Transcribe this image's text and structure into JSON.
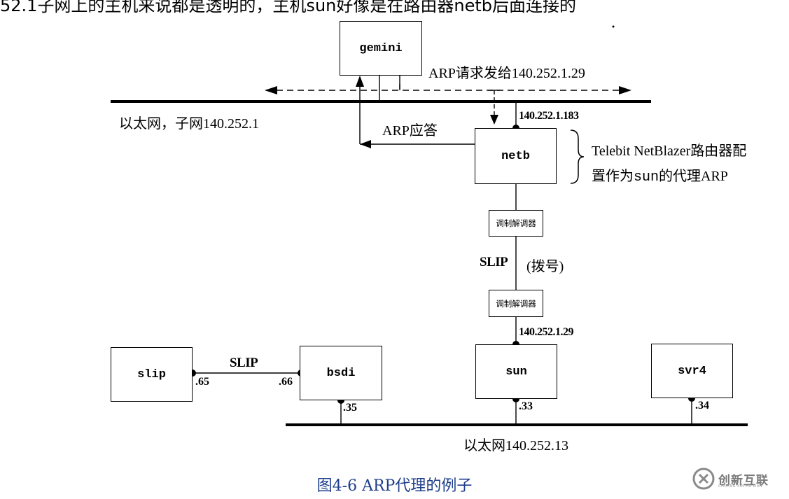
{
  "top_text": "52.1子网上的主机来说都是透明的，主机sun好像是在路由器netb后面连接的",
  "nodes": {
    "gemini": "gemini",
    "netb": "netb",
    "slip": "slip",
    "bsdi": "bsdi",
    "sun": "sun",
    "svr4": "svr4"
  },
  "modem_label": "调制解调器",
  "labels": {
    "arp_request": "ARP请求发给140.252.1.29",
    "ethernet_top": "以太网，子网140.252.1",
    "arp_reply": "ARP应答",
    "netb_addr": "140.252.1.183",
    "netblazer_line1": "Telebit NetBlazer路由器配",
    "netblazer_line2_pre": "置作为",
    "netblazer_line2_sun": "sun",
    "netblazer_line2_post": "的代理ARP",
    "slip_dial": "SLIP",
    "dial": "(拨号)",
    "sun_addr": "140.252.1.29",
    "slip_link": "SLIP",
    "slip_65": ".65",
    "bsdi_66": ".66",
    "bsdi_35": ".35",
    "sun_33": ".33",
    "svr4_34": ".34",
    "ethernet_bottom": "以太网140.252.13"
  },
  "caption": "图4-6   ARP代理的例子",
  "watermark": {
    "brand": "创新互联",
    "sub": "CHUANG XIN HU LIAN"
  },
  "colors": {
    "caption": "#1f3e8a",
    "line": "#000000",
    "watermark": "#7a7a7a"
  }
}
